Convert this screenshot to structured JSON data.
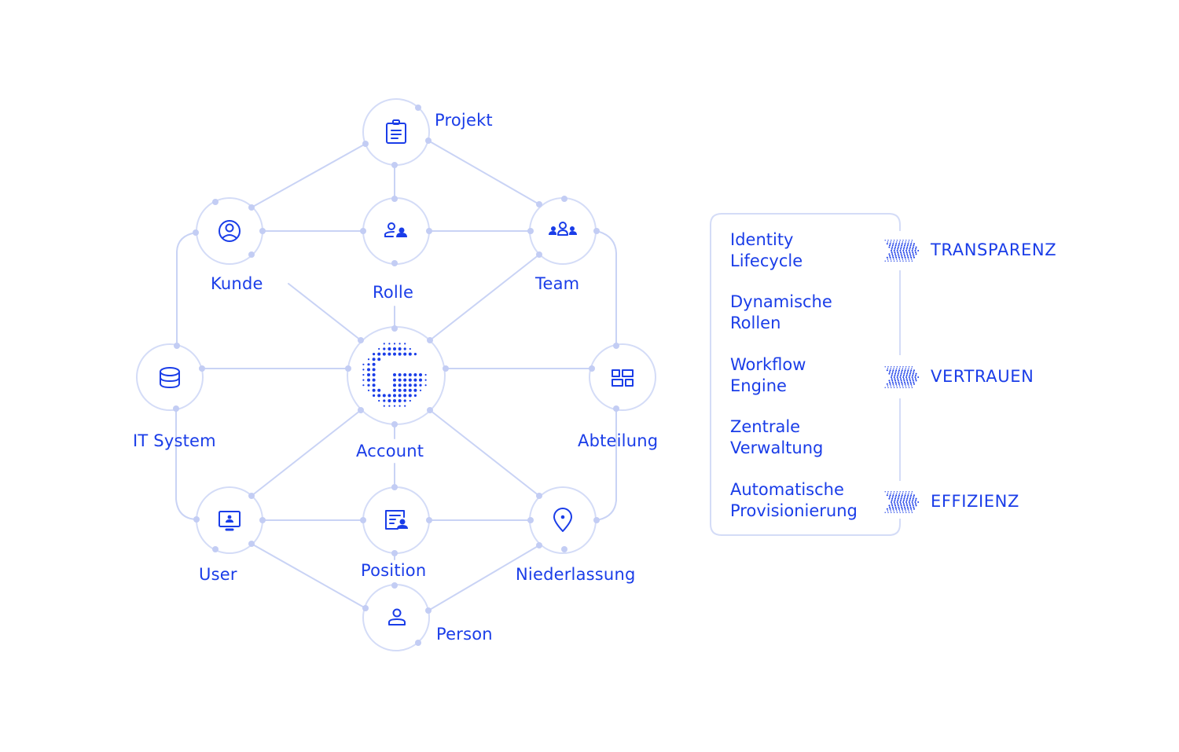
{
  "colors": {
    "accent": "#1a3de8",
    "line": "#c9d3f5",
    "dot": "#c3cdf4"
  },
  "nodes": [
    {
      "id": "projekt",
      "label": "Projekt",
      "icon": "clipboard-icon"
    },
    {
      "id": "kunde",
      "label": "Kunde",
      "icon": "user-circle-icon"
    },
    {
      "id": "rolle",
      "label": "Rolle",
      "icon": "user-role-icon"
    },
    {
      "id": "team",
      "label": "Team",
      "icon": "team-icon"
    },
    {
      "id": "it-system",
      "label": "IT System",
      "icon": "database-icon"
    },
    {
      "id": "account",
      "label": "Account",
      "icon": "dotted-g-logo-icon"
    },
    {
      "id": "abteilung",
      "label": "Abteilung",
      "icon": "grid-blocks-icon"
    },
    {
      "id": "user",
      "label": "User",
      "icon": "monitor-user-icon"
    },
    {
      "id": "position",
      "label": "Position",
      "icon": "id-card-icon"
    },
    {
      "id": "niederlassung",
      "label": "Niederlassung",
      "icon": "map-pin-icon"
    },
    {
      "id": "person",
      "label": "Person",
      "icon": "person-icon"
    }
  ],
  "features": [
    {
      "line1": "Identity",
      "line2": "Lifecycle"
    },
    {
      "line1": "Dynamische",
      "line2": "Rollen"
    },
    {
      "line1": "Workflow",
      "line2": "Engine"
    },
    {
      "line1": "Zentrale",
      "line2": "Verwaltung"
    },
    {
      "line1": "Automatische",
      "line2": "Provisionierung"
    }
  ],
  "values": [
    {
      "label": "TRANSPARENZ",
      "icon": "dotted-chevron-icon"
    },
    {
      "label": "VERTRAUEN",
      "icon": "dotted-chevron-icon"
    },
    {
      "label": "EFFIZIENZ",
      "icon": "dotted-chevron-icon"
    }
  ]
}
